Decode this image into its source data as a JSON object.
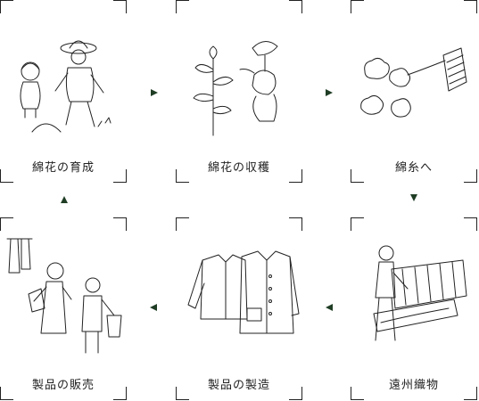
{
  "steps": [
    {
      "label": "綿花の育成"
    },
    {
      "label": "綿花の収穫"
    },
    {
      "label": "綿糸へ"
    },
    {
      "label": "遠州織物"
    },
    {
      "label": "製品の製造"
    },
    {
      "label": "製品の販売"
    }
  ],
  "colors": {
    "ink": "#222222",
    "arrow": "#1f3d24"
  },
  "arrows": [
    "right",
    "right",
    "down",
    "left",
    "left",
    "up"
  ]
}
